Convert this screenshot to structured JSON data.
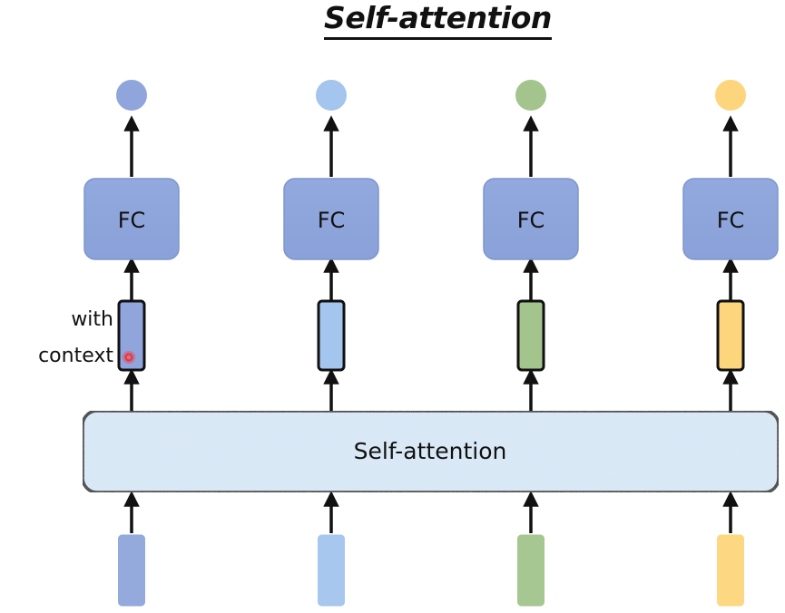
{
  "title": "Self-attention",
  "side_label": {
    "line1": "with",
    "line2": "context"
  },
  "self_attention_block": {
    "label": "Self-attention",
    "fill": "#d6e6f5",
    "border": "#111111"
  },
  "fc_block": {
    "label": "FC",
    "fill": "#8ea6dc",
    "border": "#7e95cc"
  },
  "columns": [
    {
      "id": "col-1",
      "color": "#8fa5db",
      "output_color": "#8fa5db"
    },
    {
      "id": "col-2",
      "color": "#a4c5ee",
      "output_color": "#a4c5ee"
    },
    {
      "id": "col-3",
      "color": "#a3c58d",
      "output_color": "#a3c58d"
    },
    {
      "id": "col-4",
      "color": "#fdd57c",
      "output_color": "#fdd57c"
    }
  ],
  "cursor_marker": {
    "color": "#ff2a2a"
  }
}
